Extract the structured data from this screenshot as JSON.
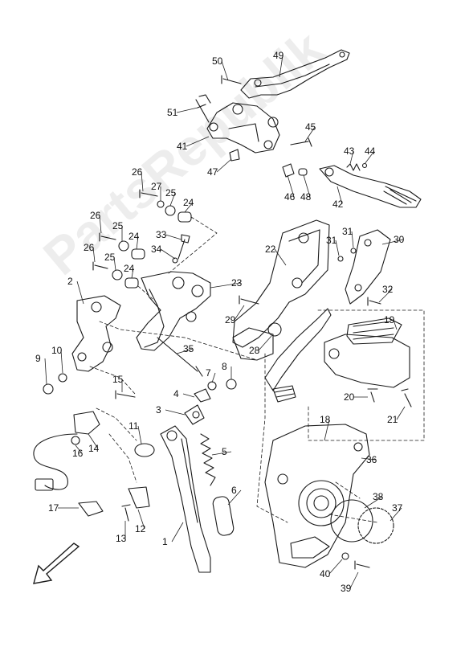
{
  "diagram": {
    "watermark": "PartsRepublik",
    "colors": {
      "line": "#1a1a1a",
      "label": "#111111",
      "leader": "#222222",
      "background": "#ffffff"
    },
    "direction_arrow": "front-arrow-icon",
    "callouts": [
      {
        "id": "50",
        "label": "50"
      },
      {
        "id": "49",
        "label": "49"
      },
      {
        "id": "51",
        "label": "51"
      },
      {
        "id": "45",
        "label": "45"
      },
      {
        "id": "41",
        "label": "41"
      },
      {
        "id": "43",
        "label": "43"
      },
      {
        "id": "44",
        "label": "44"
      },
      {
        "id": "47",
        "label": "47"
      },
      {
        "id": "46",
        "label": "46"
      },
      {
        "id": "48",
        "label": "48"
      },
      {
        "id": "42",
        "label": "42"
      },
      {
        "id": "26a",
        "label": "26"
      },
      {
        "id": "27",
        "label": "27"
      },
      {
        "id": "25a",
        "label": "25"
      },
      {
        "id": "24a",
        "label": "24"
      },
      {
        "id": "26b",
        "label": "26"
      },
      {
        "id": "25b",
        "label": "25"
      },
      {
        "id": "24b",
        "label": "24"
      },
      {
        "id": "33",
        "label": "33"
      },
      {
        "id": "26c",
        "label": "26"
      },
      {
        "id": "34",
        "label": "34"
      },
      {
        "id": "25c",
        "label": "25"
      },
      {
        "id": "24c",
        "label": "24"
      },
      {
        "id": "2",
        "label": "2"
      },
      {
        "id": "22",
        "label": "22"
      },
      {
        "id": "31a",
        "label": "31"
      },
      {
        "id": "31b",
        "label": "31"
      },
      {
        "id": "30",
        "label": "30"
      },
      {
        "id": "23",
        "label": "23"
      },
      {
        "id": "32",
        "label": "32"
      },
      {
        "id": "29",
        "label": "29"
      },
      {
        "id": "19",
        "label": "19"
      },
      {
        "id": "9",
        "label": "9"
      },
      {
        "id": "10",
        "label": "10"
      },
      {
        "id": "35",
        "label": "35"
      },
      {
        "id": "28",
        "label": "28"
      },
      {
        "id": "7",
        "label": "7"
      },
      {
        "id": "8",
        "label": "8"
      },
      {
        "id": "15",
        "label": "15"
      },
      {
        "id": "4",
        "label": "4"
      },
      {
        "id": "20",
        "label": "20"
      },
      {
        "id": "21",
        "label": "21"
      },
      {
        "id": "3",
        "label": "3"
      },
      {
        "id": "18",
        "label": "18"
      },
      {
        "id": "11",
        "label": "11"
      },
      {
        "id": "14",
        "label": "14"
      },
      {
        "id": "16",
        "label": "16"
      },
      {
        "id": "5",
        "label": "5"
      },
      {
        "id": "36",
        "label": "36"
      },
      {
        "id": "6",
        "label": "6"
      },
      {
        "id": "38",
        "label": "38"
      },
      {
        "id": "37",
        "label": "37"
      },
      {
        "id": "17",
        "label": "17"
      },
      {
        "id": "12",
        "label": "12"
      },
      {
        "id": "13",
        "label": "13"
      },
      {
        "id": "1",
        "label": "1"
      },
      {
        "id": "40",
        "label": "40"
      },
      {
        "id": "39",
        "label": "39"
      }
    ]
  }
}
